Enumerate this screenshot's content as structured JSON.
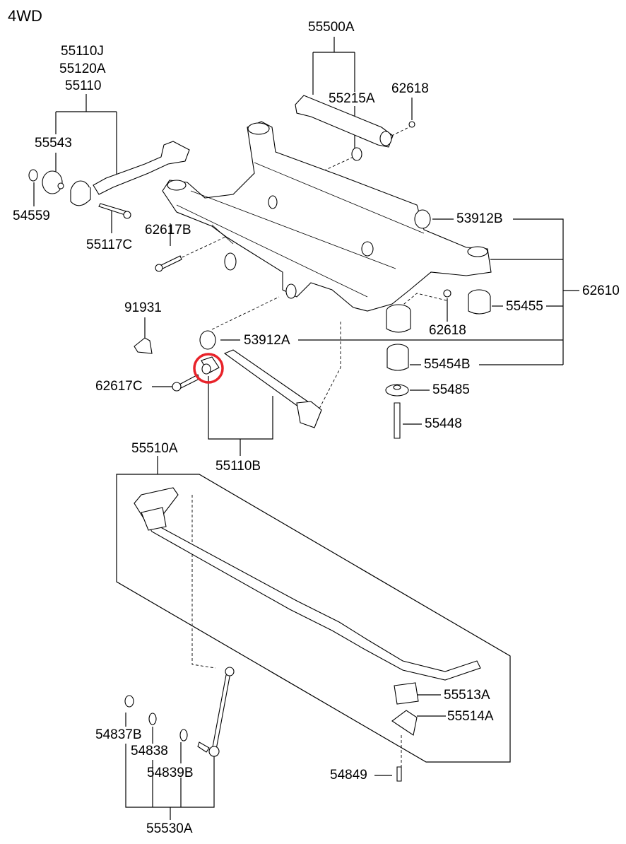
{
  "diagram": {
    "title": "4WD",
    "highlight_color": "#e8232a",
    "highlighted_part": "55110B",
    "labels": {
      "p55110J": "55110J",
      "p55120A": "55120A",
      "p55110": "55110",
      "p55543": "55543",
      "p54559": "54559",
      "p55117C": "55117C",
      "p62617B": "62617B",
      "p55500A": "55500A",
      "p55215A": "55215A",
      "p62618_top": "62618",
      "p53912B": "53912B",
      "p62610": "62610",
      "p55455": "55455",
      "p62618_mid": "62618",
      "p91931": "91931",
      "p53912A": "53912A",
      "p55454B": "55454B",
      "p62617C": "62617C",
      "p55485": "55485",
      "p55448": "55448",
      "p55510A": "55510A",
      "p55110B": "55110B",
      "p55513A": "55513A",
      "p55514A": "55514A",
      "p54837B": "54837B",
      "p54838": "54838",
      "p54839B": "54839B",
      "p54849": "54849",
      "p55530A": "55530A"
    }
  }
}
